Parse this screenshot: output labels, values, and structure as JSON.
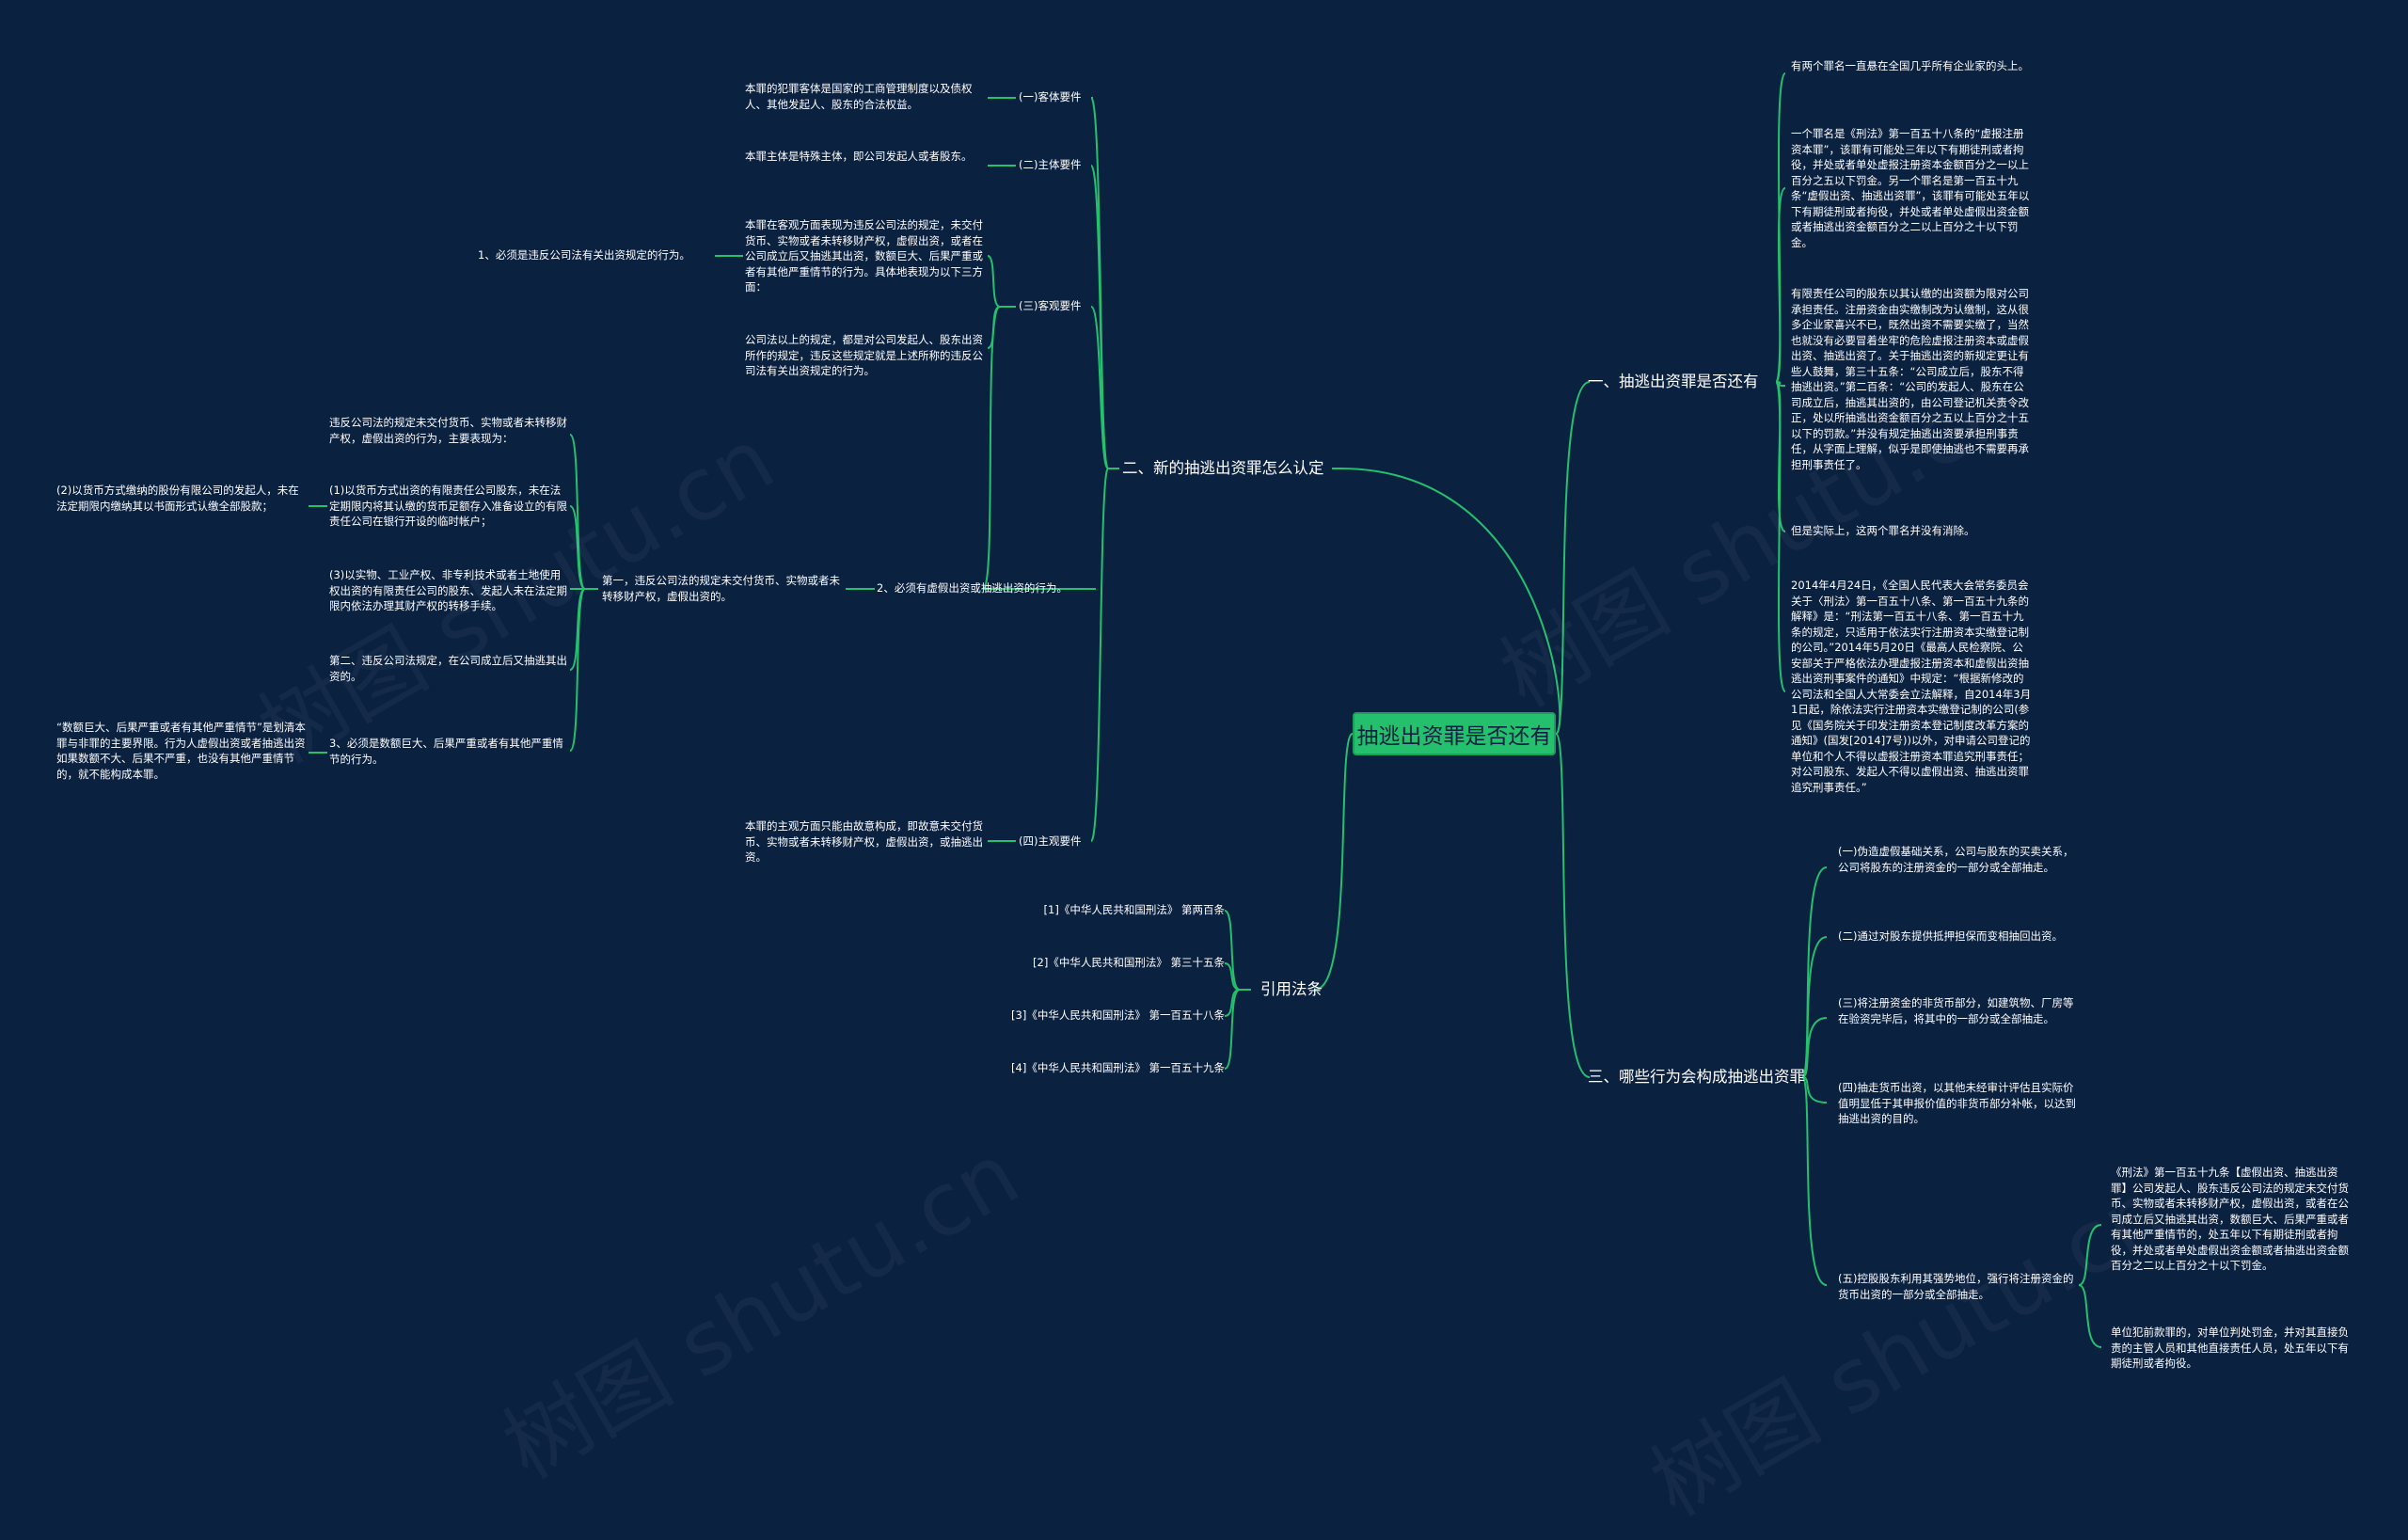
{
  "root": "抽逃出资罪是否还有",
  "watermark": "树图 shutu.cn",
  "colors": {
    "background": "#0b2140",
    "line": "#25c06e",
    "root_fill": "#25c06e"
  },
  "branch1": {
    "title": "一、抽逃出资罪是否还有",
    "items": [
      "有两个罪名一直悬在全国几乎所有企业家的头上。",
      "一个罪名是《刑法》第一百五十八条的“虚报注册资本罪”，该罪有可能处三年以下有期徒刑或者拘役，并处或者单处虚报注册资本金额百分之一以上百分之五以下罚金。另一个罪名是第一百五十九条“虚假出资、抽逃出资罪”，该罪有可能处五年以下有期徒刑或者拘役，并处或者单处虚假出资金额或者抽逃出资金额百分之二以上百分之十以下罚金。",
      "有限责任公司的股东以其认缴的出资额为限对公司承担责任。注册资金由实缴制改为认缴制，这从很多企业家喜兴不已，既然出资不需要实缴了，当然也就没有必要冒着坐牢的危险虚报注册资本或虚假出资、抽逃出资了。关于抽逃出资的新规定更让有些人鼓舞，第三十五条：“公司成立后，股东不得抽逃出资。”第二百条：“公司的发起人、股东在公司成立后，抽逃其出资的，由公司登记机关责令改正，处以所抽逃出资金额百分之五以上百分之十五以下的罚款。”并没有规定抽逃出资要承担刑事责任，从字面上理解，似乎是即使抽逃也不需要再承担刑事责任了。",
      "但是实际上，这两个罪名并没有消除。",
      "2014年4月24日，《全国人民代表大会常务委员会关于〈刑法〉第一百五十八条、第一百五十九条的解释》是：“刑法第一百五十八条、第一百五十九条的规定，只适用于依法实行注册资本实缴登记制的公司。”2014年5月20日《最高人民检察院、公安部关于严格依法办理虚报注册资本和虚假出资抽逃出资刑事案件的通知》中规定：“根据新修改的公司法和全国人大常委会立法解释，自2014年3月1日起，除依法实行注册资本实缴登记制的公司(参见《国务院关于印发注册资本登记制度改革方案的通知》(国发[2014]7号))以外，对申请公司登记的单位和个人不得以虚报注册资本罪追究刑事责任；对公司股东、发起人不得以虚假出资、抽逃出资罪追究刑事责任。”"
    ]
  },
  "branch2": {
    "title": "二、新的抽逃出资罪怎么认定",
    "k1": "(一)客体要件",
    "k1_text": "本罪的犯罪客体是国家的工商管理制度以及债权人、其他发起人、股东的合法权益。",
    "k2": "(二)主体要件",
    "k2_text": "本罪主体是特殊主体，即公司发起人或者股东。",
    "k3": "(三)客观要件",
    "k3_text1": "本罪在客观方面表现为违反公司法的规定，未交付货币、实物或者未转移财产权，虚假出资，或者在公司成立后又抽逃其出资，数额巨大、后果严重或者有其他严重情节的行为。具体地表现为以下三方面：",
    "k3_text2": "公司法以上的规定，都是对公司发起人、股东出资所作的规定，违反这些规定就是上述所称的违反公司法有关出资规定的行为。",
    "k3_item1": "1、必须是违反公司法有关出资规定的行为。",
    "k3_item2": "2、必须有虚假出资或抽逃出资的行为。",
    "k3_item2_main": "第一，违反公司法的规定未交付货币、实物或者未转移财产权，虚假出资的。",
    "k3_sub1": "违反公司法的规定未交付货币、实物或者未转移财产权，虚假出资的行为，主要表现为：",
    "k3_sub2": "(1)以货币方式出资的有限责任公司股东，未在法定期限内将其认缴的货币足额存入准备设立的有限责任公司在银行开设的临时帐户；",
    "k3_sub2_child": "(2)以货币方式缴纳的股份有限公司的发起人，未在法定期限内缴纳其以书面形式认缴全部股款；",
    "k3_sub3": "(3)以实物、工业产权、非专利技术或者土地使用权出资的有限责任公司的股东、发起人未在法定期限内依法办理其财产权的转移手续。",
    "k3_sub4": "第二、违反公司法规定，在公司成立后又抽逃其出资的。",
    "k3_item3": "3、必须是数额巨大、后果严重或者有其他严重情节的行为。",
    "k3_item3_child": "“数额巨大、后果严重或者有其他严重情节”是划清本罪与非罪的主要界限。行为人虚假出资或者抽逃出资如果数额不大、后果不严重，也没有其他严重情节的，就不能构成本罪。",
    "k4": "(四)主观要件",
    "k4_text": "本罪的主观方面只能由故意构成，即故意未交付货币、实物或者未转移财产权，虚假出资，或抽逃出资。"
  },
  "branch3": {
    "title": "引用法条",
    "items": [
      "[1]《中华人民共和国刑法》 第两百条",
      "[2]《中华人民共和国刑法》 第三十五条",
      "[3]《中华人民共和国刑法》 第一百五十八条",
      "[4]《中华人民共和国刑法》 第一百五十九条"
    ]
  },
  "branch4": {
    "title": "三、哪些行为会构成抽逃出资罪",
    "items": [
      "(一)伪造虚假基础关系，公司与股东的买卖关系，公司将股东的注册资金的一部分或全部抽走。",
      "(二)通过对股东提供抵押担保而变相抽回出资。",
      "(三)将注册资金的非货币部分，如建筑物、厂房等在验资完毕后，将其中的一部分或全部抽走。",
      "(四)抽走货币出资，以其他未经审计评估且实际价值明显低于其申报价值的非货币部分补帐，以达到抽逃出资的目的。",
      "(五)控股股东利用其强势地位，强行将注册资金的货币出资的一部分或全部抽走。"
    ],
    "item5_children": [
      "《刑法》第一百五十九条【虚假出资、抽逃出资罪】公司发起人、股东违反公司法的规定未交付货币、实物或者未转移财产权，虚假出资，或者在公司成立后又抽逃其出资，数额巨大、后果严重或者有其他严重情节的，处五年以下有期徒刑或者拘役，并处或者单处虚假出资金额或者抽逃出资金额百分之二以上百分之十以下罚金。",
      "单位犯前款罪的，对单位判处罚金，并对其直接负责的主管人员和其他直接责任人员，处五年以下有期徒刑或者拘役。"
    ]
  }
}
